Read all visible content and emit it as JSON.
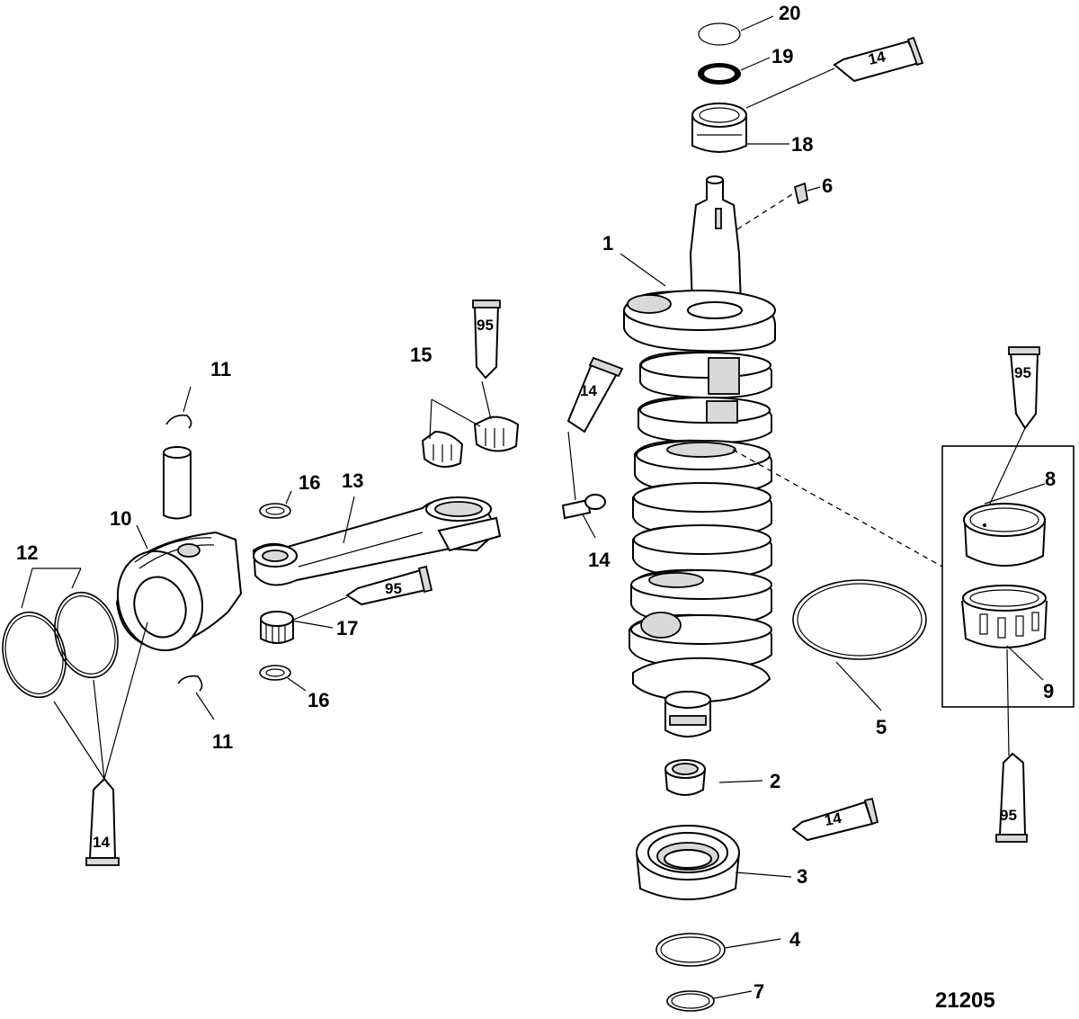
{
  "figure_id": "21205",
  "callouts": {
    "c1": "1",
    "c2": "2",
    "c3": "3",
    "c4": "4",
    "c5": "5",
    "c6": "6",
    "c7": "7",
    "c8": "8",
    "c9": "9",
    "c10": "10",
    "c11a": "11",
    "c11b": "11",
    "c12": "12",
    "c13": "13",
    "c14": "14",
    "c15": "15",
    "c16a": "16",
    "c16b": "16",
    "c17": "17",
    "c18": "18",
    "c19": "19",
    "c20": "20"
  },
  "tubes": {
    "t_top": "14",
    "t_15": "95",
    "t_mid": "14",
    "t_17": "95",
    "t_right_top": "95",
    "t_right_bottom": "95",
    "t_left": "14",
    "t_bottom": "14"
  }
}
